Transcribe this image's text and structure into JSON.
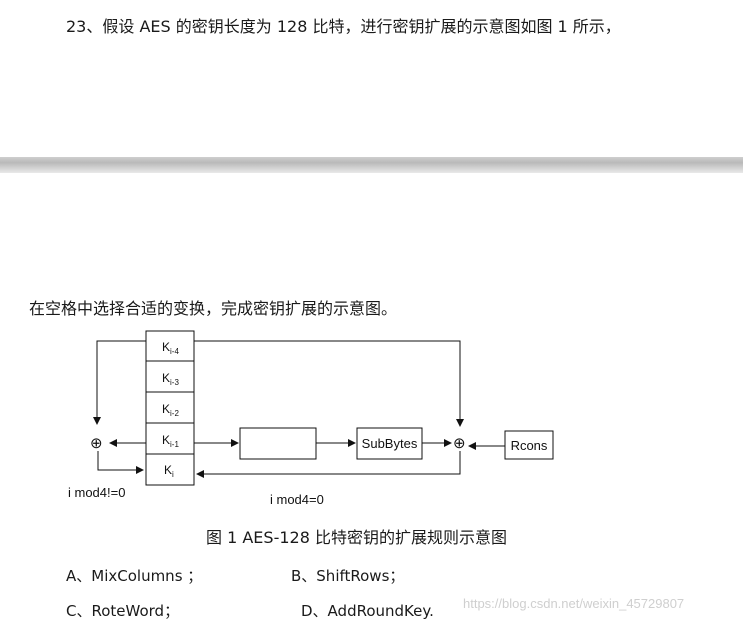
{
  "question": {
    "title": "23、假设 AES 的密钥长度为 128 比特，进行密钥扩展的示意图如图 1 所示，"
  },
  "instruction": "在空格中选择合适的变换，完成密钥扩展的示意图。",
  "diagram": {
    "registers": [
      "K",
      "K",
      "K",
      "K",
      "K"
    ],
    "register_subscripts": [
      "i-4",
      "i-3",
      "i-2",
      "i-1",
      "i"
    ],
    "blank_box": "",
    "subbytes_label": "SubBytes",
    "rcons_label": "Rcons",
    "xor_symbol": "⊕",
    "cond_left": "i mod4!=0",
    "cond_bottom": "i mod4=0"
  },
  "caption": "图 1 AES-128 比特密钥的扩展规则示意图",
  "options": {
    "a": "A、MixColumns ；",
    "b": "B、ShiftRows；",
    "c": "C、RoteWord；",
    "d": "D、AddRoundKey."
  },
  "watermark": "https://blog.csdn.net/weixin_45729807"
}
